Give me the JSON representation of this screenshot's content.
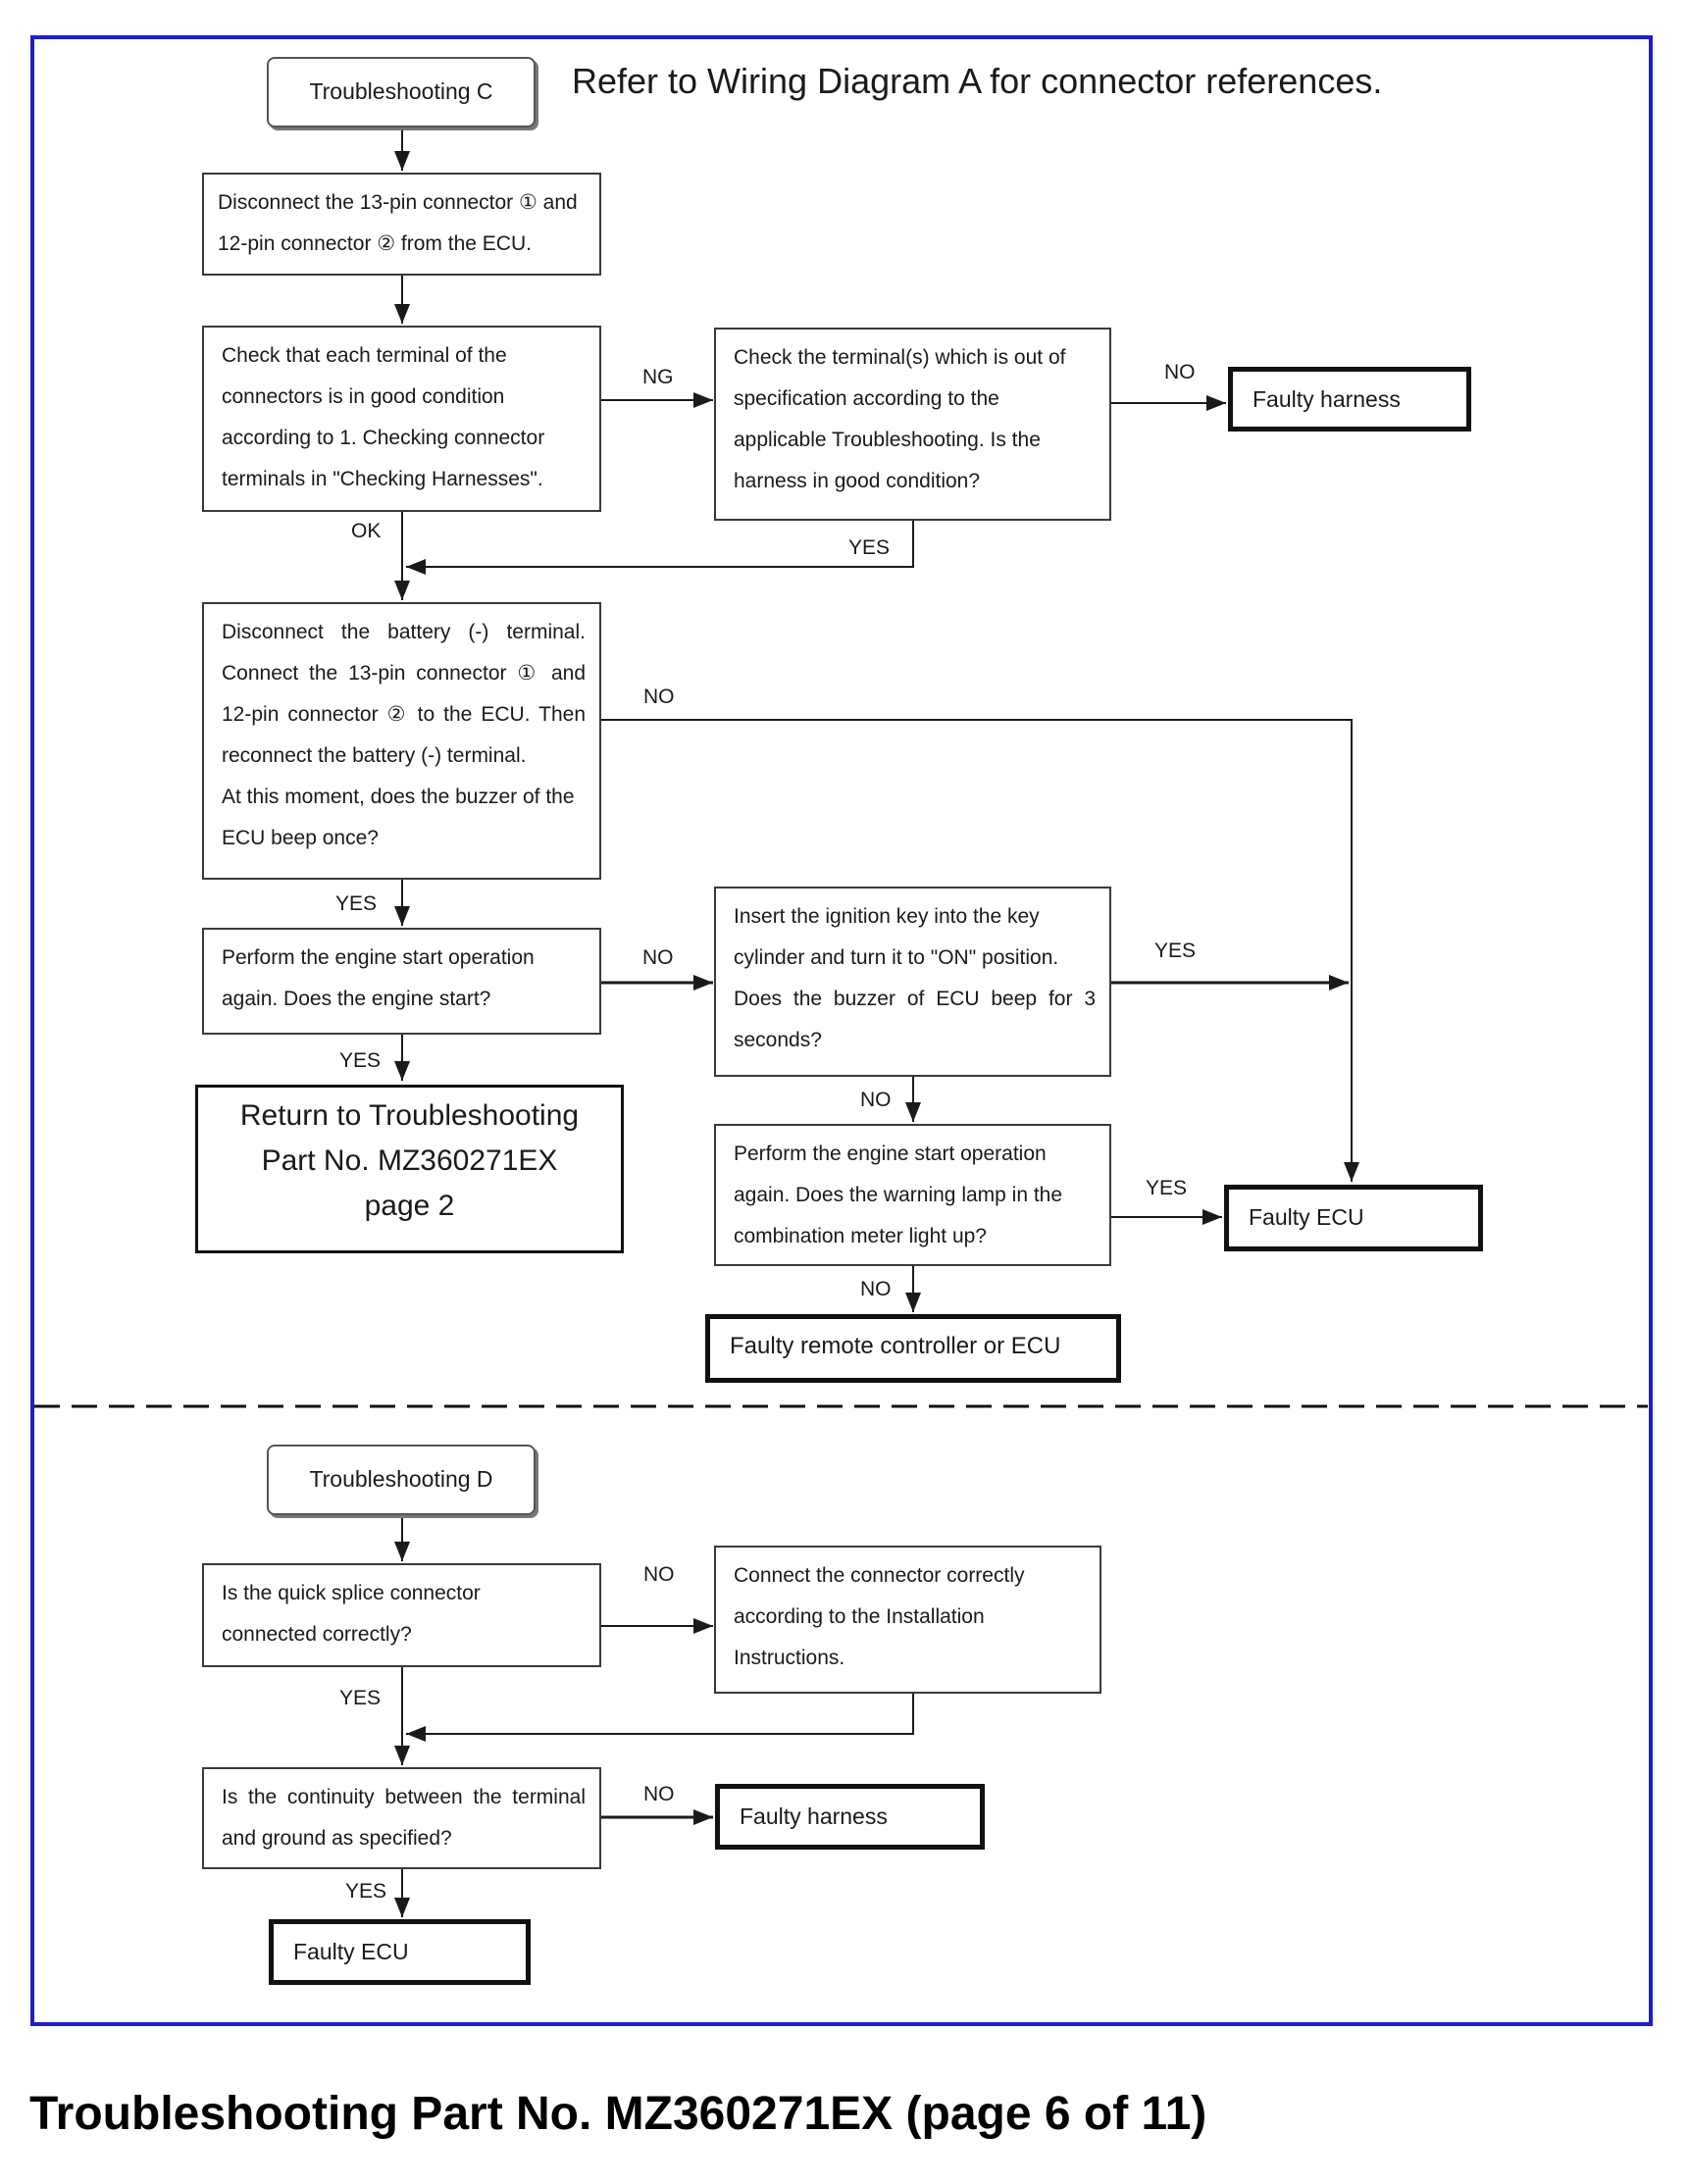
{
  "header": {
    "note": "Refer to Wiring Diagram A for connector references."
  },
  "section_c": {
    "start": "Troubleshooting C",
    "step1": [
      "Disconnect the 13-pin connector ① and",
      "12-pin connector ② from the ECU."
    ],
    "step2": [
      "Check that each terminal of the",
      "connectors is in good condition",
      "according to 1. Checking connector",
      "terminals in \"Checking Harnesses\"."
    ],
    "step2b": [
      "Check the terminal(s) which is out of",
      "specification according to the",
      "applicable Troubleshooting. Is the",
      "harness in good condition?"
    ],
    "faulty_harness": "Faulty harness",
    "step3": [
      "Disconnect the battery (-) terminal.",
      "Connect the 13-pin connector ① and",
      "12-pin connector ② to the ECU. Then",
      "reconnect the battery (-) terminal.",
      "At this moment, does the buzzer of the",
      "ECU beep once?"
    ],
    "step4": [
      "Perform the engine start operation",
      "again. Does the engine start?"
    ],
    "return_box": [
      "Return to Troubleshooting",
      "Part No. MZ360271EX",
      "page 2"
    ],
    "step5": [
      "Insert the ignition key into the key",
      "cylinder and turn it to \"ON\" position.",
      "Does the buzzer of ECU beep for 3",
      "seconds?"
    ],
    "step6": [
      "Perform the engine start operation",
      "again. Does the warning lamp in the",
      "combination meter light up?"
    ],
    "faulty_ecu": "Faulty ECU",
    "faulty_remote": "Faulty remote controller or ECU",
    "labels": {
      "ng": "NG",
      "no_harness": "NO",
      "ok": "OK",
      "yes_back": "YES",
      "no_step3": "NO",
      "yes_step3": "YES",
      "no_step4": "NO",
      "yes_step4": "YES",
      "yes_step5": "YES",
      "no_step5": "NO",
      "yes_step6": "YES",
      "no_step6": "NO"
    }
  },
  "section_d": {
    "start": "Troubleshooting D",
    "step1": [
      "Is the quick splice connector",
      "connected correctly?"
    ],
    "step1b": [
      "Connect the connector correctly",
      "according to the Installation",
      "Instructions."
    ],
    "step2": [
      "Is the continuity between the terminal",
      "and ground as specified?"
    ],
    "faulty_harness": "Faulty harness",
    "faulty_ecu": "Faulty ECU",
    "labels": {
      "no1": "NO",
      "yes1": "YES",
      "no2": "NO",
      "yes2": "YES"
    }
  },
  "footer": {
    "title": "Troubleshooting Part No. MZ360271EX (page 6 of 11)"
  },
  "colors": {
    "frame": "#1e1ecf",
    "lines": "#1a1a1a",
    "divider": "#111111"
  }
}
